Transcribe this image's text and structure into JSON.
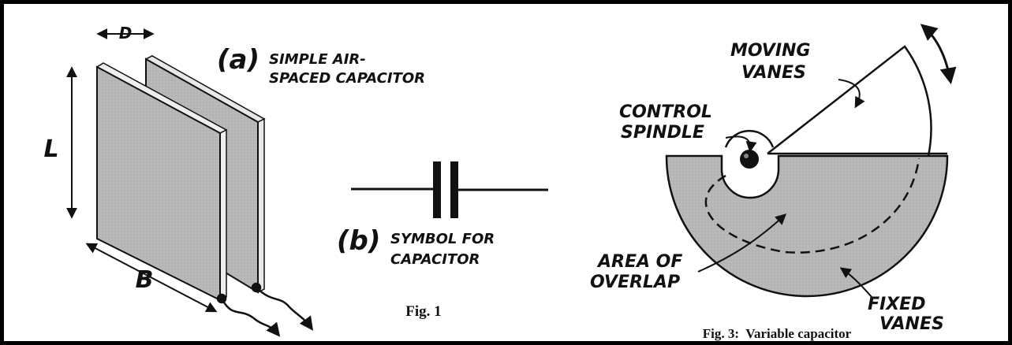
{
  "figure1": {
    "dim_d": "D",
    "dim_l": "L",
    "dim_b": "B",
    "label_a": "(a)",
    "label_a_line1": "SIMPLE AIR-",
    "label_a_line2": "SPACED CAPACITOR",
    "label_b": "(b)",
    "label_b_line1": "SYMBOL FOR",
    "label_b_line2": "CAPACITOR",
    "caption": "Fig. 1"
  },
  "figure3": {
    "moving_vanes_line1": "MOVING",
    "moving_vanes_line2": "VANES",
    "control_spindle_line1": "CONTROL",
    "control_spindle_line2": "SPINDLE",
    "area_overlap_line1": "AREA OF",
    "area_overlap_line2": "OVERLAP",
    "fixed_vanes_line1": "FIXED",
    "fixed_vanes_line2": "VANES",
    "caption": "Fig. 3:  Variable capacitor"
  },
  "colors": {
    "ink": "#111111",
    "plate_fill": "#b9b9b9",
    "plate_edge": "#e6e6e6"
  }
}
